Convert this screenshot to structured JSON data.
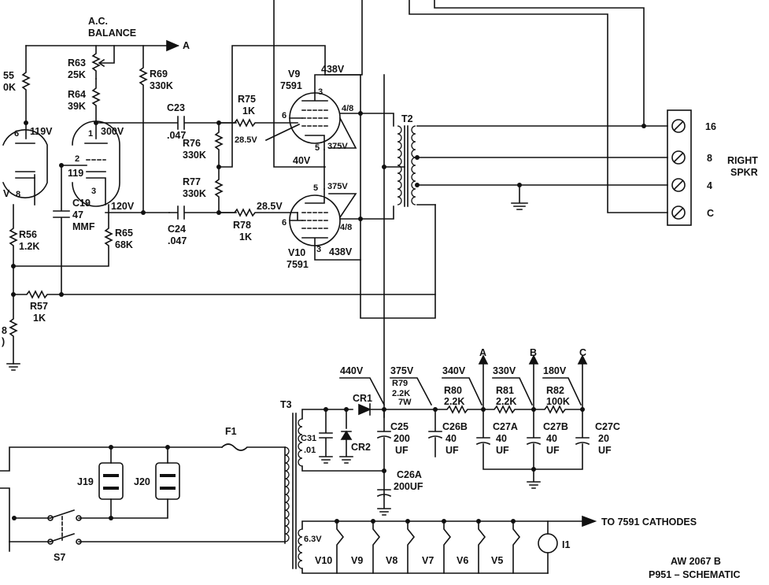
{
  "balance": {
    "title1": "A.C.",
    "title2": "BALANCE",
    "arrow_label": "A"
  },
  "left_partial": {
    "r_name": "55",
    "r_value": "0K",
    "tube_ref": "V",
    "r_bottom1": "8",
    "r_bottom2": ")"
  },
  "r63": {
    "name": "R63",
    "value": "25K"
  },
  "r64": {
    "name": "R64",
    "value": "39K"
  },
  "r69": {
    "name": "R69",
    "value": "330K"
  },
  "driver_tube": {
    "pin6": "6",
    "pin8": "8",
    "pin2": "2",
    "pin1": "1",
    "pin3": "3",
    "v_plate_left": "119V",
    "v_plate_right": "300V",
    "v_grid": "119",
    "v_cathode": "120V"
  },
  "c19": {
    "name": "C19",
    "value": "47",
    "unit": "MMF"
  },
  "r56": {
    "name": "R56",
    "value": "1.2K"
  },
  "r65": {
    "name": "R65",
    "value": "68K"
  },
  "r57": {
    "name": "R57",
    "value": "1K"
  },
  "c23": {
    "name": "C23",
    "value": ".047"
  },
  "c24": {
    "name": "C24",
    "value": ".047"
  },
  "r75": {
    "name": "R75",
    "value": "1K"
  },
  "r76": {
    "name": "R76",
    "value": "330K"
  },
  "r77": {
    "name": "R77",
    "value": "330K"
  },
  "r78": {
    "name": "R78",
    "value": "1K"
  },
  "v9": {
    "name": "V9",
    "type": "7591",
    "pin3": "3",
    "pin6": "6",
    "pin5": "5",
    "pin48": "4/8",
    "v_plate": "438V",
    "v_grid": "28.5V",
    "v_screen": "375V",
    "v_cathode": "40V"
  },
  "v10": {
    "name": "V10",
    "type": "7591",
    "pin3": "3",
    "pin6": "6",
    "pin5": "5",
    "pin48": "4/8",
    "v_plate": "438V",
    "v_grid": "28.5V",
    "v_screen": "375V"
  },
  "t2": {
    "name": "T2"
  },
  "speaker": {
    "taps": [
      "16",
      "8",
      "4",
      "C"
    ],
    "label1": "RIGHT",
    "label2": "SPKR"
  },
  "power_supply": {
    "t3": "T3",
    "cr1": "CR1",
    "cr2": "CR2",
    "v440": "440V",
    "v375": "375V",
    "v340": "340V",
    "v330": "330V",
    "v180": "180V",
    "r79": {
      "name": "R79",
      "value": "2.2K",
      "rating": "7W"
    },
    "r80": {
      "name": "R80",
      "value": "2.2K"
    },
    "r81": {
      "name": "R81",
      "value": "2.2K"
    },
    "r82": {
      "name": "R82",
      "value": "100K"
    },
    "c31": {
      "name": "C31",
      "value": ".01"
    },
    "c25": {
      "name": "C25",
      "value": "200",
      "unit": "UF"
    },
    "c26b": {
      "name": "C26B",
      "value": "40",
      "unit": "UF"
    },
    "c26a": {
      "name": "C26A",
      "value": "200UF"
    },
    "c27a": {
      "name": "C27A",
      "value": "40",
      "unit": "UF"
    },
    "c27b": {
      "name": "C27B",
      "value": "40",
      "unit": "UF"
    },
    "c27c": {
      "name": "C27C",
      "value": "20",
      "unit": "UF"
    },
    "out_a": "A",
    "out_b": "B",
    "out_c": "C",
    "f1": "F1",
    "j19": "J19",
    "j20": "J20",
    "s7": "S7"
  },
  "heaters": {
    "voltage": "6.3V",
    "tubes": [
      "V10",
      "V9",
      "V8",
      "V7",
      "V6",
      "V5"
    ],
    "lamp": "I1",
    "arrow_label": "TO 7591 CATHODES"
  },
  "footer": {
    "line1": "AW 2067 B",
    "line2": "P951 – SCHEMATIC"
  }
}
